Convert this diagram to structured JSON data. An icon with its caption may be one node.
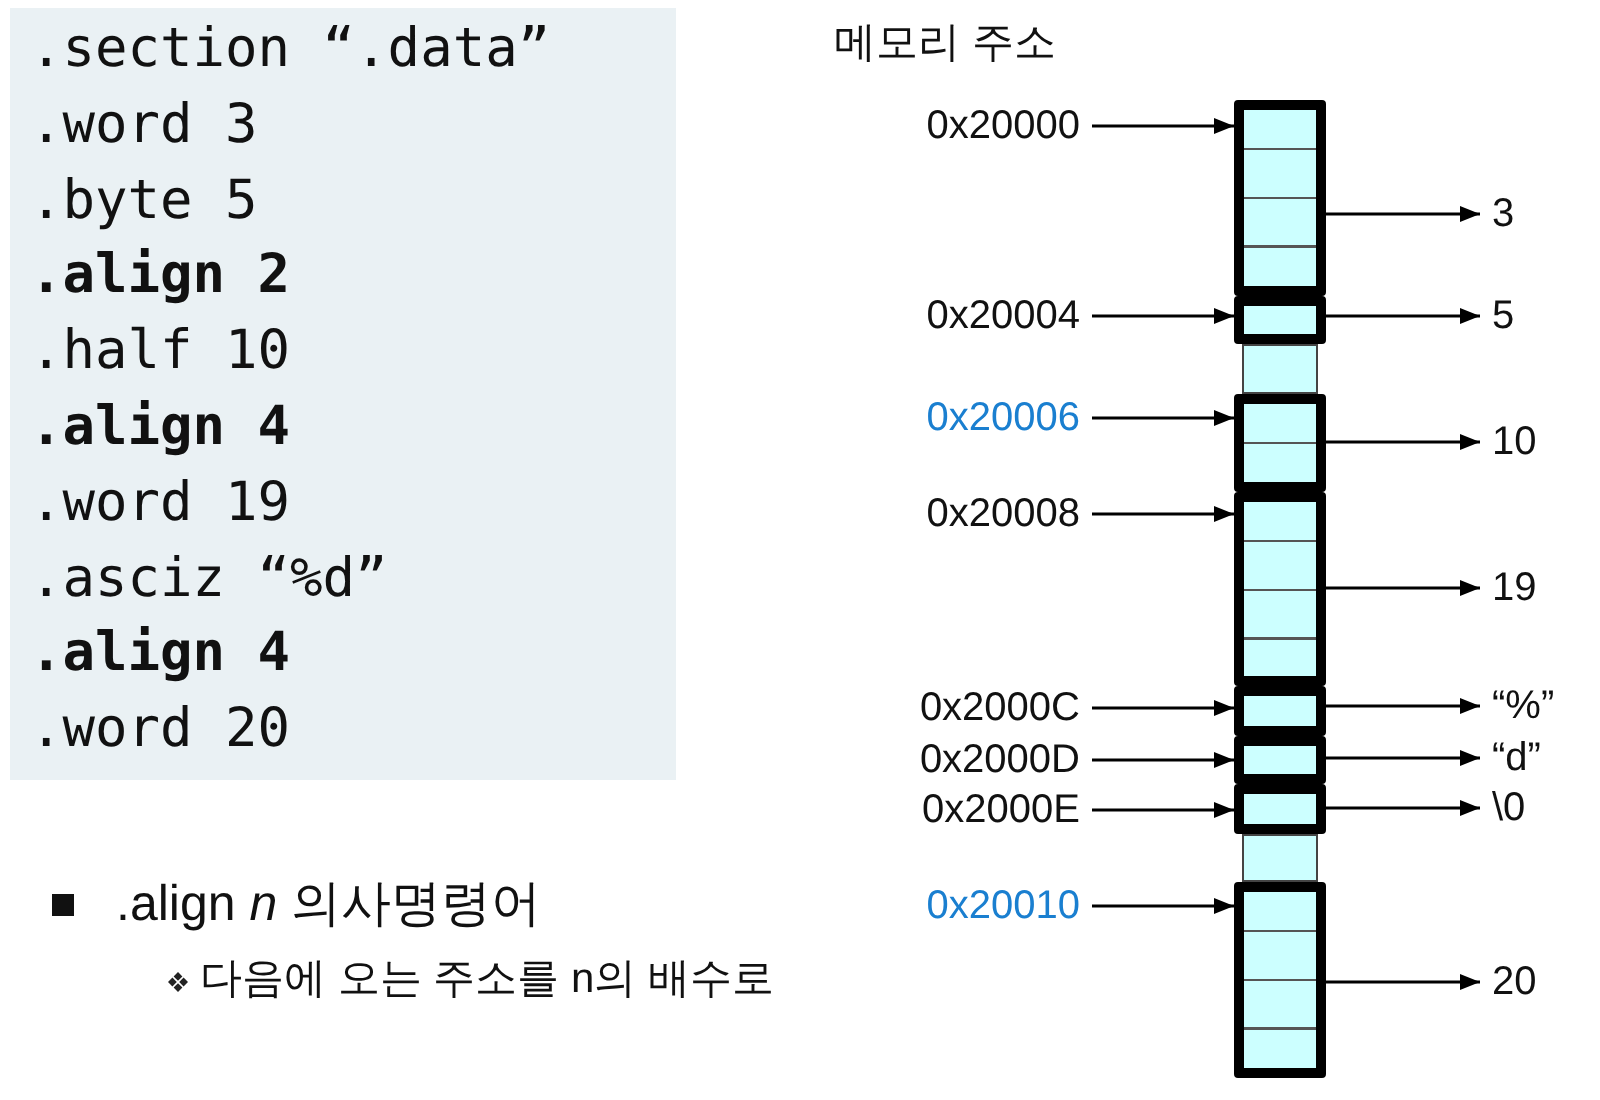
{
  "diagram": {
    "nodes": [
      {
        "text": [
          ".section “.data”",
          ".word 3",
          ".byte 5",
          ".align 2",
          ".half 10",
          ".align 4",
          ".word 19",
          ".asciz “%d”",
          ".align 4",
          ".word 20"
        ]
      },
      {
        "text": [
          "0x20000"
        ]
      },
      {
        "text": [],
        "shape": "box"
      },
      {
        "text": [
          "3"
        ]
      },
      {
        "text": [
          "0x20004"
        ]
      },
      {
        "text": [],
        "shape": "box"
      },
      {
        "text": [
          "5"
        ]
      },
      {
        "text": [],
        "shape": "box"
      },
      {
        "text": [
          "0x20006"
        ]
      },
      {
        "text": [],
        "shape": "box"
      },
      {
        "text": [
          "10"
        ]
      },
      {
        "text": [
          "0x20008"
        ]
      },
      {
        "text": [],
        "shape": "box"
      },
      {
        "text": [
          "19"
        ]
      },
      {
        "text": [
          "0x2000C"
        ]
      },
      {
        "text": [],
        "shape": "box"
      },
      {
        "text": [
          "“%”"
        ]
      },
      {
        "text": [
          "0x2000D"
        ]
      },
      {
        "text": [],
        "shape": "box"
      },
      {
        "text": [
          "“d”"
        ]
      },
      {
        "text": [
          "0x2000E"
        ]
      },
      {
        "text": [],
        "shape": "box"
      },
      {
        "text": [
          "\\0"
        ]
      },
      {
        "text": [],
        "shape": "box"
      },
      {
        "text": [
          "0x20010"
        ]
      },
      {
        "text": [],
        "shape": "box"
      },
      {
        "text": [
          "20"
        ]
      }
    ],
    "edges": [
      {
        "from": 1,
        "to": 2,
        "arrow": "to"
      },
      {
        "from": 2,
        "to": 3,
        "arrow": "to"
      },
      {
        "from": 4,
        "to": 5,
        "arrow": "to"
      },
      {
        "from": 5,
        "to": 6,
        "arrow": "to"
      },
      {
        "from": 8,
        "to": 9,
        "arrow": "to"
      },
      {
        "from": 9,
        "to": 10,
        "arrow": "to"
      },
      {
        "from": 11,
        "to": 12,
        "arrow": "to"
      },
      {
        "from": 12,
        "to": 13,
        "arrow": "to"
      },
      {
        "from": 14,
        "to": 15,
        "arrow": "to"
      },
      {
        "from": 15,
        "to": 16,
        "arrow": "to"
      },
      {
        "from": 17,
        "to": 18,
        "arrow": "to"
      },
      {
        "from": 18,
        "to": 19,
        "arrow": "to"
      },
      {
        "from": 20,
        "to": 21,
        "arrow": "to"
      },
      {
        "from": 21,
        "to": 22,
        "arrow": "to"
      },
      {
        "from": 24,
        "to": 25,
        "arrow": "to"
      },
      {
        "from": 25,
        "to": 26,
        "arrow": "to"
      }
    ],
    "labels": [
      "메모리 주소",
      ".align *n* 의사명령어",
      "다음에 오는 주소를 n의 배수로"
    ]
  }
}
